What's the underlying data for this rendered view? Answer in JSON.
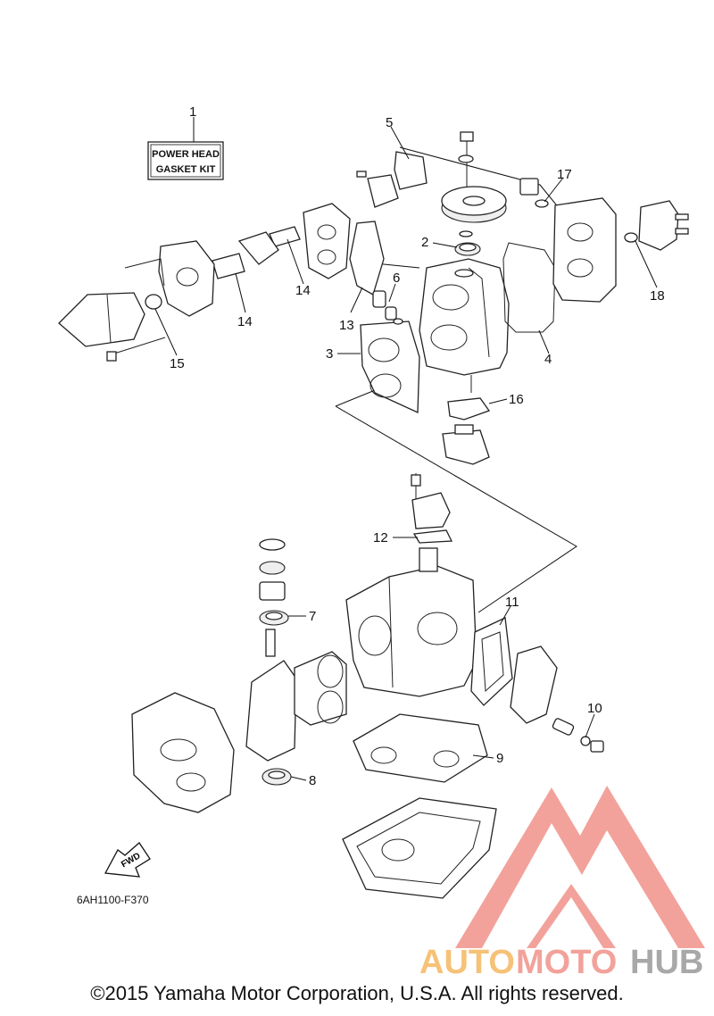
{
  "kit_label": {
    "line1": "POWER HEAD",
    "line2": "GASKET KIT"
  },
  "callouts": [
    "1",
    "2",
    "3",
    "4",
    "5",
    "6",
    "7",
    "8",
    "9",
    "10",
    "11",
    "12",
    "13",
    "14",
    "14",
    "15",
    "16",
    "17",
    "18"
  ],
  "fwd_label": "FWD",
  "diagram_code": "6AH1100-F370",
  "watermark": {
    "auto": "AUTO",
    "moto": "MOTO",
    "hub": "HUB",
    "colors": {
      "triangle": "#f0928a",
      "auto": "#f5b860",
      "moto": "#f0928a",
      "hub": "#9a9a9a"
    }
  },
  "copyright": "©2015 Yamaha Motor Corporation, U.S.A. All rights reserved."
}
